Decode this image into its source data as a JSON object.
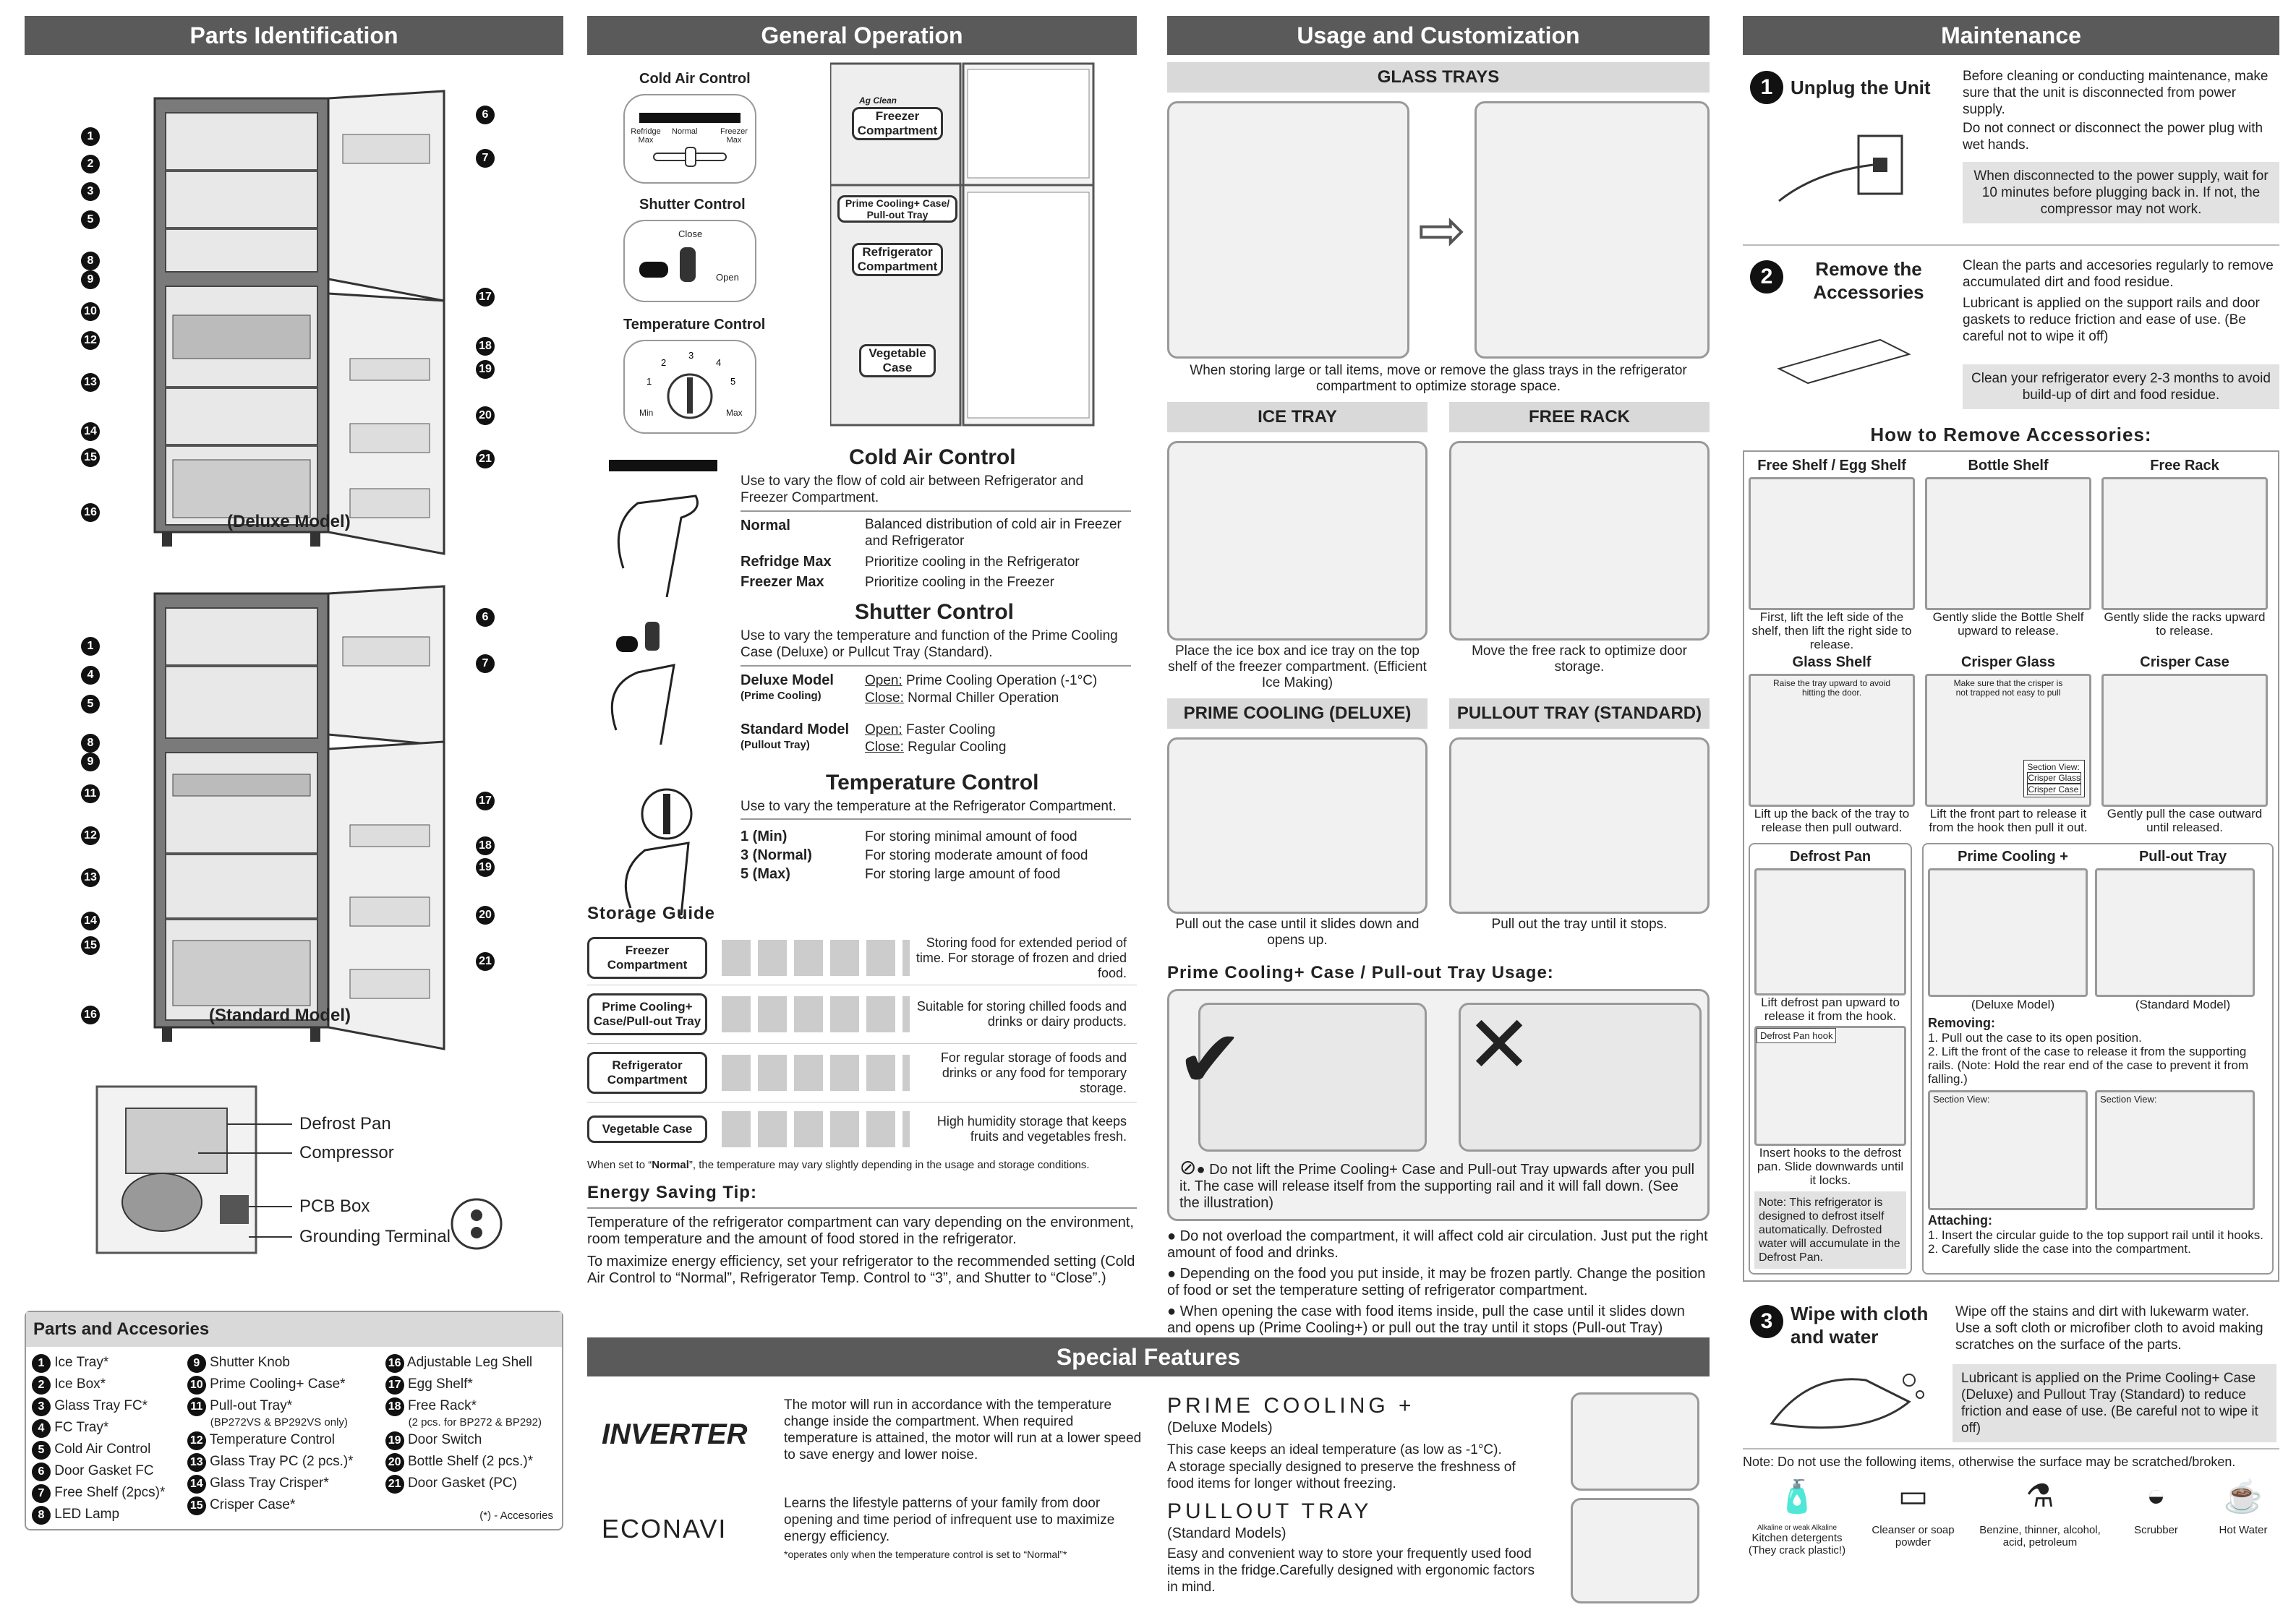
{
  "sections": {
    "parts": "Parts Identification",
    "general": "General Operation",
    "usage": "Usage and Customization",
    "maintenance": "Maintenance",
    "special": "Special Features"
  },
  "parts_id": {
    "deluxe_label": "(Deluxe Model)",
    "standard_label": "(Standard Model)",
    "deluxe_left": [
      "1",
      "2",
      "3",
      "5",
      "8",
      "9",
      "10",
      "12",
      "13",
      "14",
      "15",
      "16"
    ],
    "deluxe_right": [
      "6",
      "7",
      "17",
      "18",
      "19",
      "20",
      "21"
    ],
    "standard_left": [
      "1",
      "4",
      "5",
      "8",
      "9",
      "11",
      "12",
      "13",
      "14",
      "15",
      "16"
    ],
    "standard_right": [
      "6",
      "7",
      "17",
      "18",
      "19",
      "20",
      "21"
    ],
    "rear": [
      "Defrost Pan",
      "Compressor",
      "PCB Box",
      "Grounding Terminal"
    ]
  },
  "accessories": {
    "title": "Parts and Accesories",
    "col1": [
      {
        "n": "1",
        "t": "Ice Tray*"
      },
      {
        "n": "2",
        "t": "Ice Box*"
      },
      {
        "n": "3",
        "t": "Glass Tray FC*"
      },
      {
        "n": "4",
        "t": "FC Tray*"
      },
      {
        "n": "5",
        "t": "Cold Air Control"
      },
      {
        "n": "6",
        "t": "Door Gasket FC"
      },
      {
        "n": "7",
        "t": "Free Shelf (2pcs)*"
      },
      {
        "n": "8",
        "t": "LED Lamp"
      }
    ],
    "col2": [
      {
        "n": "9",
        "t": "Shutter Knob",
        "s": ""
      },
      {
        "n": "10",
        "t": "Prime Cooling+ Case*",
        "s": ""
      },
      {
        "n": "11",
        "t": "Pull-out Tray*",
        "s": "(BP272VS & BP292VS only)"
      },
      {
        "n": "12",
        "t": "Temperature Control",
        "s": ""
      },
      {
        "n": "13",
        "t": "Glass Tray PC (2 pcs.)*",
        "s": ""
      },
      {
        "n": "14",
        "t": "Glass Tray Crisper*",
        "s": ""
      },
      {
        "n": "15",
        "t": "Crisper Case*",
        "s": ""
      }
    ],
    "col3": [
      {
        "n": "16",
        "t": "Adjustable Leg Shell",
        "s": ""
      },
      {
        "n": "17",
        "t": "Egg Shelf*",
        "s": ""
      },
      {
        "n": "18",
        "t": "Free Rack*",
        "s": "(2 pcs. for BP272 & BP292)"
      },
      {
        "n": "19",
        "t": "Door Switch",
        "s": ""
      },
      {
        "n": "20",
        "t": "Bottle Shelf (2 pcs.)*",
        "s": ""
      },
      {
        "n": "21",
        "t": "Door Gasket (PC)",
        "s": ""
      }
    ],
    "footnote": "(*) - Accesories"
  },
  "general": {
    "cold_air_label": "Cold Air Control",
    "shutter_label": "Shutter Control",
    "temp_label": "Temperature Control",
    "dial_refridge": "Refridge Max",
    "dial_normal": "Normal",
    "dial_freezer": "Freezer Max",
    "close": "Close",
    "open": "Open",
    "min": "Min",
    "max": "Max",
    "fridge_freezer": "Freezer Compartment",
    "fridge_prime": "Prime Cooling+ Case/ Pull-out Tray",
    "fridge_ref": "Refrigerator Compartment",
    "fridge_veg": "Vegetable Case",
    "ag_clean": "Ag Clean",
    "cac_title": "Cold Air Control",
    "cac_desc": "Use to vary the flow of cold air between Refrigerator and Freezer Compartment.",
    "cac_rows": [
      {
        "k": "Normal",
        "v": "Balanced distribution of cold air in Freezer and Refrigerator"
      },
      {
        "k": "Refridge Max",
        "v": "Prioritize cooling in the Refrigerator"
      },
      {
        "k": "Freezer Max",
        "v": "Prioritize cooling in the Freezer"
      }
    ],
    "sc_title": "Shutter Control",
    "sc_desc": "Use to vary the temperature and function of the Prime Cooling Case (Deluxe) or Pullcut Tray (Standard).",
    "sc_deluxe": "Deluxe Model",
    "sc_deluxe_sub": "(Prime Cooling)",
    "sc_open_lbl": "Open:",
    "sc_close_lbl": "Close:",
    "sc_deluxe_open": "Prime Cooling Operation (-1°C)",
    "sc_deluxe_close": "Normal Chiller Operation",
    "sc_standard": "Standard Model",
    "sc_standard_sub": "(Pullout Tray)",
    "sc_std_open": "Faster Cooling",
    "sc_std_close": "Regular Cooling",
    "tc_title": "Temperature Control",
    "tc_desc": "Use to vary the temperature at the Refrigerator Compartment.",
    "tc_rows": [
      {
        "k": "1 (Min)",
        "v": "For storing minimal amount of food"
      },
      {
        "k": "3 (Normal)",
        "v": "For storing moderate amount of food"
      },
      {
        "k": "5 (Max)",
        "v": "For storing large amount of food"
      }
    ],
    "sg_title": "Storage Guide",
    "sg_rows": [
      {
        "k": "Freezer Compartment",
        "v": "Storing food for extended period of time. For storage of frozen and dried food."
      },
      {
        "k": "Prime Cooling+ Case/Pull-out Tray",
        "v": "Suitable for storing chilled foods and drinks or dairy products."
      },
      {
        "k": "Refrigerator Compartment",
        "v": "For regular storage of foods and drinks or any food for temporary storage."
      },
      {
        "k": "Vegetable Case",
        "v": "High humidity storage that keeps fruits and vegetables fresh."
      }
    ],
    "sg_note_a": "When set to “",
    "sg_note_b": "Normal",
    "sg_note_c": "”, the temperature may vary slightly depending in the usage and storage conditions.",
    "es_title": "Energy Saving Tip:",
    "es_p1": "Temperature of the refrigerator compartment can vary depending on the environment, room temperature and the amount of food stored in the refrigerator.",
    "es_p2": "To maximize energy efficiency, set your refrigerator to the recommended setting (Cold Air Control to “Normal”, Refrigerator Temp. Control to “3”, and Shutter to “Close”.)"
  },
  "usage": {
    "glass_trays": "GLASS TRAYS",
    "glass_cap": "When storing large or tall items, move or remove the glass trays in the refrigerator compartment to optimize storage space.",
    "ice_tray": "ICE TRAY",
    "ice_cap": "Place the ice box and ice tray on the top shelf of the freezer compartment. (Efficient Ice Making)",
    "free_rack": "FREE RACK",
    "free_cap": "Move the free rack to optimize door storage.",
    "prime": "PRIME COOLING (DELUXE)",
    "prime_cap": "Pull out the case until it slides down and opens up.",
    "pullout": "PULLOUT TRAY (STANDARD)",
    "pullout_cap": "Pull out the tray until it stops.",
    "pc_usage_title": "Prime Cooling+ Case / Pull-out Tray Usage:",
    "warning": "Do not lift the Prime Cooling+ Case and Pull-out Tray upwards after you pull it. The case will release itself from the supporting rail and it will fall down. (See the illustration)",
    "bullets": [
      "Do not overload the compartment, it will affect cold air circulation. Just put the right amount of food and drinks.",
      "Depending on the food you put inside, it may be frozen partly. Change the position of food or set the temperature setting of refrigerator compartment.",
      "When opening the case with food items inside, pull the case until it slides down and opens up (Prime Cooling+) or pull out the tray until it stops (Pull-out Tray)"
    ]
  },
  "maintenance": {
    "s1_num": "1",
    "s1_title": "Unplug the Unit",
    "s1_p1": "Before cleaning or conducting maintenance, make sure that the unit is disconnected from power supply.",
    "s1_p2": "Do not connect or disconnect the power plug with wet hands.",
    "s1_note": "When disconnected to the power supply, wait for 10 minutes before plugging back in. If not, the compressor may not work.",
    "s2_num": "2",
    "s2_title": "Remove the Accessories",
    "s2_p1": "Clean the parts and accesories regularly to remove accumulated dirt and food residue.",
    "s2_p2": "Lubricant is applied on the support rails and door gaskets to reduce friction and ease of use. (Be careful not to wipe it off)",
    "s2_note": "Clean your refrigerator every 2-3 months to avoid build-up of dirt and food residue.",
    "how_title": "How to Remove Accessories:",
    "grid": [
      {
        "t": "Free Shelf / Egg Shelf",
        "c": "First, lift the left side of the shelf, then lift the right side to release."
      },
      {
        "t": "Bottle Shelf",
        "c": "Gently slide the Bottle Shelf upward to release."
      },
      {
        "t": "Free Rack",
        "c": "Gently slide the racks upward to release."
      },
      {
        "t": "Glass Shelf",
        "c": "Lift up the back of the tray to release then pull outward."
      },
      {
        "t": "Crisper Glass",
        "c": "Lift the front part to release it from the hook then pull it out."
      },
      {
        "t": "Crisper Case",
        "c": "Gently pull the case outward until released."
      }
    ],
    "glass_inner": "Raise the tray upward to avoid hitting the door.",
    "crisper_inner": "Make sure that the crisper is not trapped not easy to pull",
    "section_view": "Section View:",
    "crisper_glass_lbl": "Crisper Glass",
    "crisper_case_lbl": "Crisper Case",
    "defrost_title": "Defrost Pan",
    "defrost_c1": "Lift defrost pan upward to release it from the hook.",
    "defrost_hook": "Defrost Pan hook",
    "defrost_c2": "Insert hooks to the defrost pan. Slide downwards until it locks.",
    "defrost_note": "Note: This refrigerator is designed to defrost itself automatically. Defrosted water will accumulate in the Defrost Pan.",
    "pc_title": "Prime Cooling +",
    "po_title": "Pull-out Tray",
    "pc_deluxe": "(Deluxe Model)",
    "pc_standard": "(Standard Model)",
    "removing_title": "Removing:",
    "removing": [
      "1. Pull out the case to its open position.",
      "2. Lift the front of the case to release it from the supporting rails. (Note: Hold the rear end of the case to prevent it from falling.)"
    ],
    "attaching_title": "Attaching:",
    "attaching": [
      "1. Insert the circular guide to the top support rail until it hooks.",
      "2. Carefully slide the case into the compartment."
    ],
    "s3_num": "3",
    "s3_title": "Wipe with cloth and water",
    "s3_p1": "Wipe off the stains and dirt with lukewarm water. Use a soft cloth or microfiber cloth to avoid making scratches on the surface of the parts.",
    "s3_note": "Lubricant is applied on the Prime Cooling+ Case (Deluxe) and Pullout Tray (Standard) to reduce friction and ease of use. (Be careful not to wipe it off)",
    "bottom_note": "Note: Do not use the following items, otherwise the surface may be scratched/broken.",
    "alkaline": "Alkaline or weak Alkaline",
    "items": [
      "Kitchen detergents (They crack plastic!)",
      "Cleanser or soap powder",
      "Benzine, thinner, alcohol, acid, petroleum",
      "Scrubber",
      "Hot Water"
    ]
  },
  "special": {
    "inverter_logo": "INVERTER",
    "inverter_desc": "The motor will run in accordance with the temperature change inside the compartment. When required temperature is attained, the motor will run at a lower speed to save energy and lower noise.",
    "econavi_logo": "ECONAVI",
    "econavi_desc": "Learns the lifestyle patterns of your family from door opening and time period of infrequent use to maximize energy efficiency.",
    "econavi_note": "*operates only when the temperature control is set to “Normal”*",
    "prime_title": "PRIME COOLING +",
    "prime_sub": "(Deluxe Models)",
    "prime_p1": "This case keeps an ideal temperature (as low as -1°C).",
    "prime_p2": "A storage specially designed to preserve the freshness of food items for longer without freezing.",
    "pullout_title": "PULLOUT TRAY",
    "pullout_sub": "(Standard Models)",
    "pullout_p": "Easy and convenient way to store your frequently used food items in the fridge.Carefully designed with ergonomic factors in mind."
  },
  "colors": {
    "header": "#5a5a5a",
    "subheader": "#d9d9d9",
    "note": "#e2e2e2"
  }
}
